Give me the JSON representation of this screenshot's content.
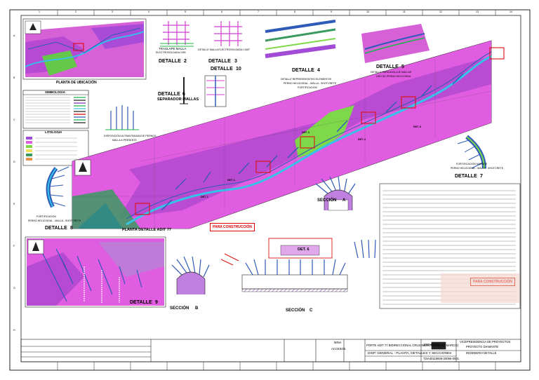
{
  "legend": {
    "simbologia": "SIMBOLOGIA",
    "litologia": "LITOLOGIA"
  },
  "views": {
    "ubicacion": "PLANTA DE UBICACIÓN",
    "planta_detalle": "PLANTA DETALLE ADIT 77",
    "fortificacion_left": "FORTIFICACION",
    "fortificacion_left_sub": "PERNO HELICOIDAL - MALLA - SHOTCRETE",
    "fortificacion_right": "FORTIFICACION NARNGE",
    "fortificacion_right_sub": "PERNO HELICOIDAL - MALLA - SHOTCRETE",
    "disposicion": "DISPOSICIÓN ULTIMA PASADA DE PERNOS",
    "disposicion_sub": "MALLA A PRESENTE",
    "traslape": "TRASLAPE MALLA",
    "traslape_sub": "ELECTROSOLDADA C/65",
    "detalle_malla": "DETALLE MALLA ELECTROSOLDADA C/65T",
    "separador": "SEPARADOR MALLAS",
    "representativo": "DETALLE REPRESENTATIVO ELEMENTOS",
    "representativo_sub1": "PERNO HELICOIDAL - MALLA - SHOTCRETE",
    "representativo_sub2": "FORTIFICACION",
    "anclaje": "DETALLE PARA ANCLAJE MALLAS",
    "anclaje_sub": "USO DE PERNO HELICOIDAL"
  },
  "details": [
    {
      "word": "DETALLE",
      "num": "2"
    },
    {
      "word": "DETALLE",
      "num": "3"
    },
    {
      "word": "DETALLE",
      "num": "4"
    },
    {
      "word": "DETALLE",
      "num": "5"
    },
    {
      "word": "DETALLE",
      "num": "6"
    },
    {
      "word": "DETALLE",
      "num": "7"
    },
    {
      "word": "DETALLE",
      "num": "8"
    },
    {
      "word": "DETALLE",
      "num": "9"
    },
    {
      "word": "DETALLE",
      "num": "10"
    }
  ],
  "sections": [
    {
      "word": "SECCIÓN",
      "num": "A"
    },
    {
      "word": "SECCIÓN",
      "num": "B"
    },
    {
      "word": "SECCIÓN",
      "num": "C"
    }
  ],
  "det_labels": [
    "DET. 1",
    "DET. 2",
    "DET. 3",
    "DET. 4",
    "DET. 5",
    "DET. 6"
  ],
  "stamps": {
    "center": "PARA CONSTRUCCIÓN",
    "right": "PARA CONSTRUCCIÓN"
  },
  "title_block": {
    "mina": "MINA",
    "area": "ACCESOS",
    "line1": "PORTE ADIT 77 BIDIRECCIONAL CRUZAMIENTOS (ZONA MARCO)",
    "line2": "DISP. GENERAL - PLANTA, DETALLES Y SECCIONES",
    "code": "1000-E2001",
    "drawing": "T2IA40118608-20096-0001",
    "proyecto1": "VICEPRESIDENCIA DE PROYECTOS",
    "proyecto2": "PROYECTO DIAMANTE",
    "proyecto3": "INGENIERIA DETALLE"
  },
  "grid": {
    "columns": [
      "1",
      "2",
      "3",
      "4",
      "5",
      "6",
      "7",
      "8",
      "9",
      "10",
      "11",
      "12",
      "13",
      "14"
    ],
    "rows": [
      "A",
      "B",
      "C",
      "D",
      "E",
      "F",
      "G",
      "H"
    ]
  },
  "colors": {
    "rock_magenta": "#e05ce0",
    "rock_violet": "#b34cd9",
    "zone_green": "#7ed84a",
    "water_cyan": "#35c4e8",
    "tunnel_blue": "#2e5bb8",
    "red": "#dd1111"
  }
}
